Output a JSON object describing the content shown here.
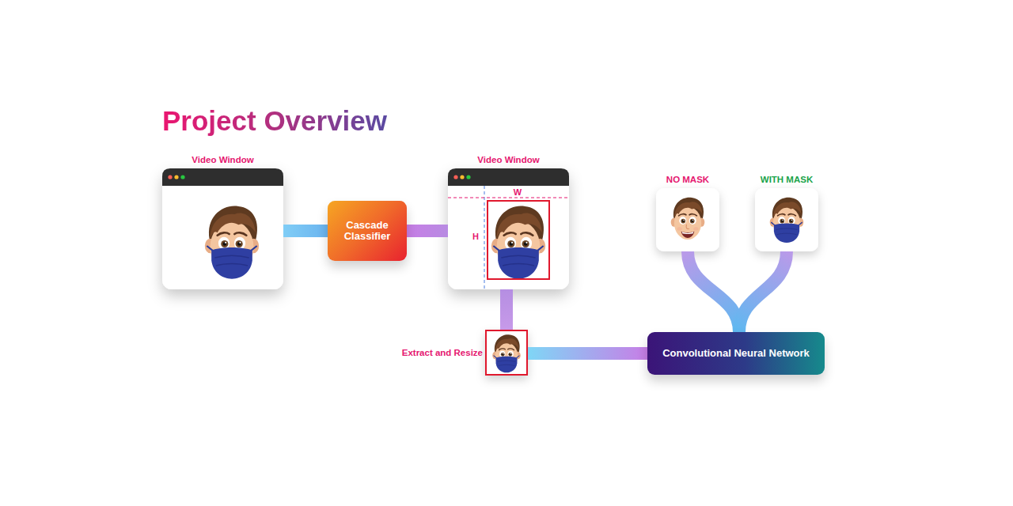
{
  "diagram": {
    "title": "Project Overview",
    "nodes": [
      {
        "text": [
          "Video Window"
        ]
      },
      {
        "text": [
          "Cascade Classifier"
        ]
      },
      {
        "text": [
          "Video Window"
        ]
      },
      {
        "text": [
          "NO MASK"
        ]
      },
      {
        "text": [
          "WITH MASK"
        ]
      },
      {
        "text": [
          "Extract and Resize"
        ]
      },
      {
        "text": [
          "Convolutional Neural Network"
        ]
      }
    ],
    "edges": [
      {
        "from": 0,
        "to": 1,
        "arrow": "none"
      },
      {
        "from": 1,
        "to": 2,
        "arrow": "none"
      },
      {
        "from": 2,
        "to": 5,
        "arrow": "none"
      },
      {
        "from": 5,
        "to": 6,
        "arrow": "none"
      },
      {
        "from": 6,
        "to": 3,
        "arrow": "none"
      },
      {
        "from": 6,
        "to": 4,
        "arrow": "none"
      }
    ],
    "labels": [
      "W",
      "H"
    ]
  }
}
